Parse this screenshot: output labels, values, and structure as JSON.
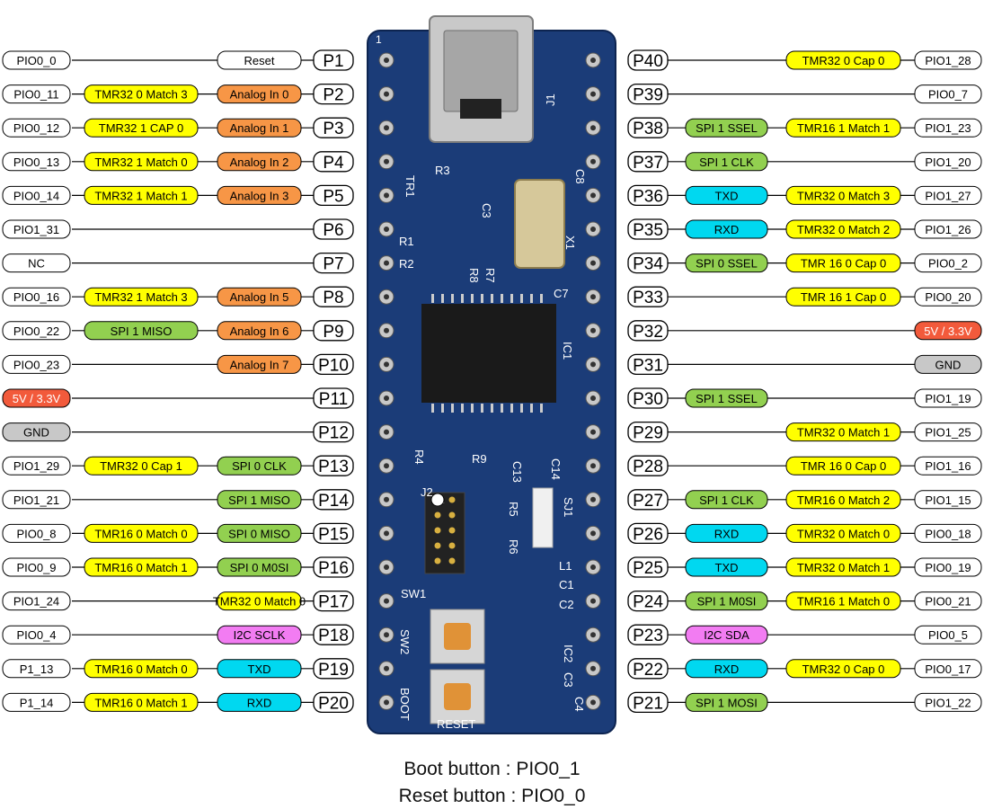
{
  "colors": {
    "white": "#ffffff",
    "yellow": "#ffff00",
    "orange": "#f79646",
    "green": "#92d050",
    "cyan": "#00d8f0",
    "red": "#f25a3b",
    "gray": "#c8c8c8",
    "magenta": "#f27cf2",
    "board": "#1b3c78"
  },
  "left_pins": [
    {
      "pin": "P1",
      "labels": [
        {
          "text": "PIO0_0",
          "color": "white"
        },
        {
          "text": "Reset",
          "color": "white"
        }
      ]
    },
    {
      "pin": "P2",
      "labels": [
        {
          "text": "PIO0_11",
          "color": "white"
        },
        {
          "text": "TMR32 0 Match 3",
          "color": "yellow"
        },
        {
          "text": "Analog In 0",
          "color": "orange"
        }
      ]
    },
    {
      "pin": "P3",
      "labels": [
        {
          "text": "PIO0_12",
          "color": "white"
        },
        {
          "text": "TMR32 1 CAP 0",
          "color": "yellow"
        },
        {
          "text": "Analog In 1",
          "color": "orange"
        }
      ]
    },
    {
      "pin": "P4",
      "labels": [
        {
          "text": "PIO0_13",
          "color": "white"
        },
        {
          "text": "TMR32 1 Match 0",
          "color": "yellow"
        },
        {
          "text": "Analog In 2",
          "color": "orange"
        }
      ]
    },
    {
      "pin": "P5",
      "labels": [
        {
          "text": "PIO0_14",
          "color": "white"
        },
        {
          "text": "TMR32 1 Match 1",
          "color": "yellow"
        },
        {
          "text": "Analog In 3",
          "color": "orange"
        }
      ]
    },
    {
      "pin": "P6",
      "labels": [
        {
          "text": "PIO1_31",
          "color": "white"
        }
      ]
    },
    {
      "pin": "P7",
      "labels": [
        {
          "text": "NC",
          "color": "white"
        }
      ]
    },
    {
      "pin": "P8",
      "labels": [
        {
          "text": "PIO0_16",
          "color": "white"
        },
        {
          "text": "TMR32 1 Match 3",
          "color": "yellow"
        },
        {
          "text": "Analog In 5",
          "color": "orange"
        }
      ]
    },
    {
      "pin": "P9",
      "labels": [
        {
          "text": "PIO0_22",
          "color": "white"
        },
        {
          "text": "SPI 1 MISO",
          "color": "green"
        },
        {
          "text": "Analog In 6",
          "color": "orange"
        }
      ]
    },
    {
      "pin": "P10",
      "labels": [
        {
          "text": "PIO0_23",
          "color": "white"
        },
        {
          "text": "Analog In 7",
          "color": "orange"
        }
      ]
    },
    {
      "pin": "P11",
      "labels": [
        {
          "text": "5V / 3.3V",
          "color": "red"
        }
      ]
    },
    {
      "pin": "P12",
      "labels": [
        {
          "text": "GND",
          "color": "gray"
        }
      ]
    },
    {
      "pin": "P13",
      "labels": [
        {
          "text": "PIO1_29",
          "color": "white"
        },
        {
          "text": "TMR32 0 Cap 1",
          "color": "yellow"
        },
        {
          "text": "SPI 0 CLK",
          "color": "green"
        }
      ]
    },
    {
      "pin": "P14",
      "labels": [
        {
          "text": "PIO1_21",
          "color": "white"
        },
        {
          "text": "SPI 1 MISO",
          "color": "green"
        }
      ]
    },
    {
      "pin": "P15",
      "labels": [
        {
          "text": "PIO0_8",
          "color": "white"
        },
        {
          "text": "TMR16 0 Match 0",
          "color": "yellow"
        },
        {
          "text": "SPI 0 MISO",
          "color": "green"
        }
      ]
    },
    {
      "pin": "P16",
      "labels": [
        {
          "text": "PIO0_9",
          "color": "white"
        },
        {
          "text": "TMR16 0 Match 1",
          "color": "yellow"
        },
        {
          "text": "SPI 0 M0SI",
          "color": "green"
        }
      ]
    },
    {
      "pin": "P17",
      "labels": [
        {
          "text": "PIO1_24",
          "color": "white"
        },
        {
          "text": "TMR32 0 Match 0",
          "color": "yellow"
        }
      ]
    },
    {
      "pin": "P18",
      "labels": [
        {
          "text": "PIO0_4",
          "color": "white"
        },
        {
          "text": "I2C SCLK",
          "color": "magenta"
        }
      ]
    },
    {
      "pin": "P19",
      "labels": [
        {
          "text": "P1_13",
          "color": "white"
        },
        {
          "text": "TMR16 0 Match 0",
          "color": "yellow"
        },
        {
          "text": "TXD",
          "color": "cyan"
        }
      ]
    },
    {
      "pin": "P20",
      "labels": [
        {
          "text": "P1_14",
          "color": "white"
        },
        {
          "text": "TMR16 0 Match 1",
          "color": "yellow"
        },
        {
          "text": "RXD",
          "color": "cyan"
        }
      ]
    }
  ],
  "right_pins": [
    {
      "pin": "P40",
      "labels": [
        {
          "text": "TMR32 0 Cap 0",
          "color": "yellow"
        },
        {
          "text": "PIO1_28",
          "color": "white"
        }
      ]
    },
    {
      "pin": "P39",
      "labels": [
        {
          "text": "PIO0_7",
          "color": "white"
        }
      ]
    },
    {
      "pin": "P38",
      "labels": [
        {
          "text": "SPI 1 SSEL",
          "color": "green"
        },
        {
          "text": "TMR16 1 Match 1",
          "color": "yellow"
        },
        {
          "text": "PIO1_23",
          "color": "white"
        }
      ]
    },
    {
      "pin": "P37",
      "labels": [
        {
          "text": "SPI 1 CLK",
          "color": "green"
        },
        {
          "text": "PIO1_20",
          "color": "white"
        }
      ]
    },
    {
      "pin": "P36",
      "labels": [
        {
          "text": "TXD",
          "color": "cyan"
        },
        {
          "text": "TMR32 0 Match 3",
          "color": "yellow"
        },
        {
          "text": "PIO1_27",
          "color": "white"
        }
      ]
    },
    {
      "pin": "P35",
      "labels": [
        {
          "text": "RXD",
          "color": "cyan"
        },
        {
          "text": "TMR32 0 Match 2",
          "color": "yellow"
        },
        {
          "text": "PIO1_26",
          "color": "white"
        }
      ]
    },
    {
      "pin": "P34",
      "labels": [
        {
          "text": "SPI 0 SSEL",
          "color": "green"
        },
        {
          "text": "TMR 16 0 Cap 0",
          "color": "yellow"
        },
        {
          "text": "PIO0_2",
          "color": "white"
        }
      ]
    },
    {
      "pin": "P33",
      "labels": [
        {
          "text": "TMR 16 1 Cap 0",
          "color": "yellow"
        },
        {
          "text": "PIO0_20",
          "color": "white"
        }
      ]
    },
    {
      "pin": "P32",
      "labels": [
        {
          "text": "5V / 3.3V",
          "color": "red"
        }
      ]
    },
    {
      "pin": "P31",
      "labels": [
        {
          "text": "GND",
          "color": "gray"
        }
      ]
    },
    {
      "pin": "P30",
      "labels": [
        {
          "text": "SPI 1 SSEL",
          "color": "green"
        },
        {
          "text": "PIO1_19",
          "color": "white"
        }
      ]
    },
    {
      "pin": "P29",
      "labels": [
        {
          "text": "TMR32 0 Match 1",
          "color": "yellow"
        },
        {
          "text": "PIO1_25",
          "color": "white"
        }
      ]
    },
    {
      "pin": "P28",
      "labels": [
        {
          "text": "TMR 16 0 Cap 0",
          "color": "yellow"
        },
        {
          "text": "PIO1_16",
          "color": "white"
        }
      ]
    },
    {
      "pin": "P27",
      "labels": [
        {
          "text": "SPI 1 CLK",
          "color": "green"
        },
        {
          "text": "TMR16 0 Match 2",
          "color": "yellow"
        },
        {
          "text": "PIO1_15",
          "color": "white"
        }
      ]
    },
    {
      "pin": "P26",
      "labels": [
        {
          "text": "RXD",
          "color": "cyan"
        },
        {
          "text": "TMR32 0 Match 0",
          "color": "yellow"
        },
        {
          "text": "PIO0_18",
          "color": "white"
        }
      ]
    },
    {
      "pin": "P25",
      "labels": [
        {
          "text": "TXD",
          "color": "cyan"
        },
        {
          "text": "TMR32 0 Match 1",
          "color": "yellow"
        },
        {
          "text": "PIO0_19",
          "color": "white"
        }
      ]
    },
    {
      "pin": "P24",
      "labels": [
        {
          "text": "SPI 1 M0SI",
          "color": "green"
        },
        {
          "text": "TMR16 1 Match 0",
          "color": "yellow"
        },
        {
          "text": "PIO0_21",
          "color": "white"
        }
      ]
    },
    {
      "pin": "P23",
      "labels": [
        {
          "text": "I2C SDA",
          "color": "magenta"
        },
        {
          "text": "PIO0_5",
          "color": "white"
        }
      ]
    },
    {
      "pin": "P22",
      "labels": [
        {
          "text": "RXD",
          "color": "cyan"
        },
        {
          "text": "TMR32 0 Cap 0",
          "color": "yellow"
        },
        {
          "text": "PIO0_17",
          "color": "white"
        }
      ]
    },
    {
      "pin": "P21",
      "labels": [
        {
          "text": "SPI 1 MOSI",
          "color": "green"
        },
        {
          "text": "PIO1_22",
          "color": "white"
        }
      ]
    }
  ],
  "board_labels": [
    "J1",
    "J2",
    "TR1",
    "R3",
    "R1",
    "R2",
    "R8",
    "R7",
    "C8",
    "C3",
    "X1",
    "C7",
    "IC1",
    "R4",
    "R9",
    "C13",
    "C14",
    "SJ1",
    "R5",
    "R6",
    "L1",
    "C1",
    "C2",
    "IC2",
    "C3",
    "C4",
    "SW1",
    "SW2",
    "BOOT",
    "RESET",
    "1",
    "1"
  ],
  "captions": {
    "boot": "Boot button : PIO0_1",
    "reset": "Reset button : PIO0_0"
  }
}
